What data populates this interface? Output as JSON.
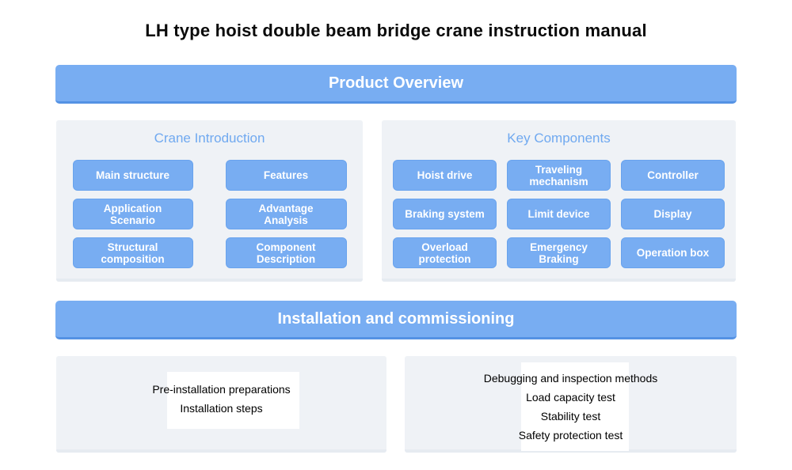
{
  "page": {
    "title": "LH type hoist double beam bridge crane instruction manual"
  },
  "colors": {
    "banner_blue": "#78adf2",
    "banner_edge_blue": "#5492e4",
    "panel_background": "#eff2f6",
    "panel_title_blue": "#70a9f0",
    "chip_blue": "#78adf2",
    "text_black": "#000000",
    "chip_text_white": "#ffffff"
  },
  "sections": {
    "product_overview": {
      "banner": "Product Overview",
      "crane_introduction": {
        "title": "Crane Introduction",
        "items": [
          "Main structure",
          "Features",
          "Application Scenario",
          "Advantage Analysis",
          "Structural composition",
          "Component Description"
        ]
      },
      "key_components": {
        "title": "Key Components",
        "items": [
          "Hoist drive",
          "Traveling mechanism",
          "Controller",
          "Braking system",
          "Limit device",
          "Display",
          "Overload protection",
          "Emergency Braking",
          "Operation box"
        ]
      }
    },
    "installation": {
      "banner": "Installation and commissioning",
      "left_items": [
        "Pre-installation preparations",
        "Installation steps"
      ],
      "right_items": [
        "Debugging and inspection methods",
        "Load capacity test",
        "Stability test",
        "Safety protection test"
      ]
    }
  }
}
